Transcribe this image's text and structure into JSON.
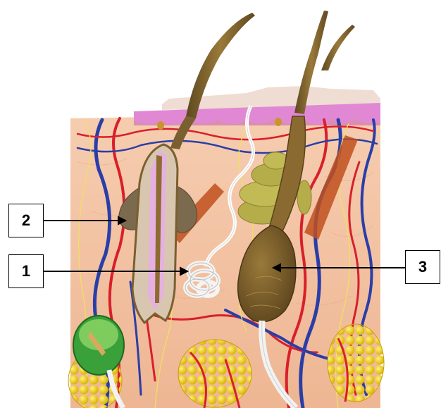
{
  "labels": [
    {
      "id": "label-1",
      "text": "1"
    },
    {
      "id": "label-2",
      "text": "2"
    },
    {
      "id": "label-3",
      "text": "3"
    }
  ],
  "colors": {
    "dermis": "#f4c4a2",
    "epidermis": "#e79ad8",
    "hair": "#7a6030",
    "artery": "#d8202a",
    "vein": "#2a3ea8",
    "fat": "#f2d21a",
    "gland": "#b5ad4a",
    "muscle": "#c0501e"
  }
}
